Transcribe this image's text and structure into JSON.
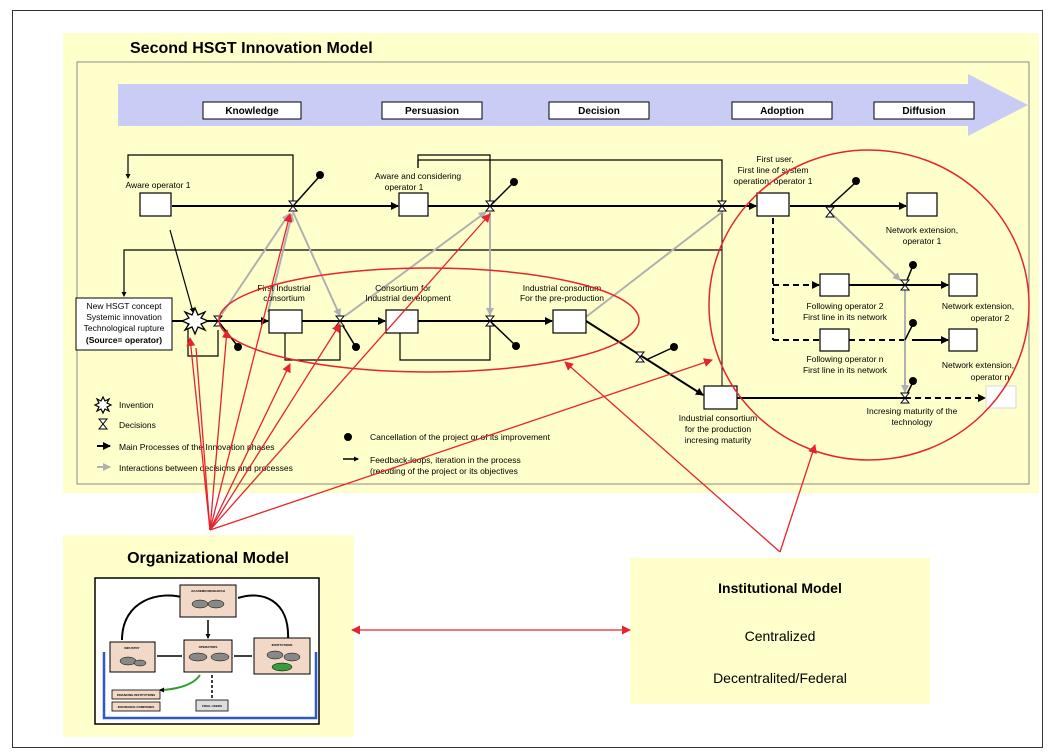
{
  "title": "Second HSGT Innovation Model",
  "phases": [
    "Knowledge",
    "Persuasion",
    "Decision",
    "Adoption",
    "Diffusion"
  ],
  "nodes": {
    "aware_operator": "Aware operator 1",
    "aware_considering": [
      "Aware and considering",
      "operator 1"
    ],
    "first_user": [
      "First user,",
      "First line of system",
      "operation; operator 1"
    ],
    "network_ext1": [
      "Network extension,",
      "operator 1"
    ],
    "concept": [
      "New HSGT concept",
      "Systemic innovation",
      "Technological rupture",
      "(Source= operator)"
    ],
    "first_industrial": [
      "First Industrial",
      "consortium"
    ],
    "consortium_dev": [
      "Consortium for",
      "Industrial development"
    ],
    "industrial_preprod": [
      "Industrial consortium",
      "For the pre-production"
    ],
    "following2": [
      "Following operator 2",
      "First line in its network"
    ],
    "network_ext2": [
      "Network extension,",
      "operator 2"
    ],
    "followingn": [
      "Following operator n",
      "First line in its network"
    ],
    "network_extn": [
      "Network extension,",
      "operator n"
    ],
    "industrial_prod": [
      "Industrial consortium",
      "for the production",
      "incresing maturity"
    ],
    "maturity": [
      "Incresing maturity of the",
      "technology"
    ]
  },
  "legend": {
    "invention": "Invention",
    "decisions": "Decisions",
    "main_processes": "Main Processes of the Innovation phases",
    "interactions": "Interactions between decisions and processes",
    "cancellation": "Cancellation of the project or of its improvement",
    "feedback": [
      "Feedback-loops, iteration in the process",
      "(recoding of the project or its objectives"
    ]
  },
  "organizational": {
    "title": "Organizational Model",
    "labels": {
      "academic": "ACADEMIC/RESEARCH",
      "industry": "INDUSTRY",
      "operators": "OPERATORS",
      "institutions": "INSTITUTIONS",
      "financing": "FINANCING INSTITUTIONS",
      "insurance": "INSURANCE COMPANIES",
      "final_users": "FINAL USERS"
    }
  },
  "institutional": {
    "title": "Institutional Model",
    "items": [
      "Centralized",
      "Decentralited/Federal"
    ]
  },
  "colors": {
    "yellow_panel": "#ffffcc",
    "arrow_band": "#c9cdf6",
    "red": "#e8232d",
    "grey_arrow": "#b0b0b0",
    "feedback_green": "#2e9d2e",
    "org_blue": "#2f59c8",
    "org_box": "#f2d8c6"
  }
}
